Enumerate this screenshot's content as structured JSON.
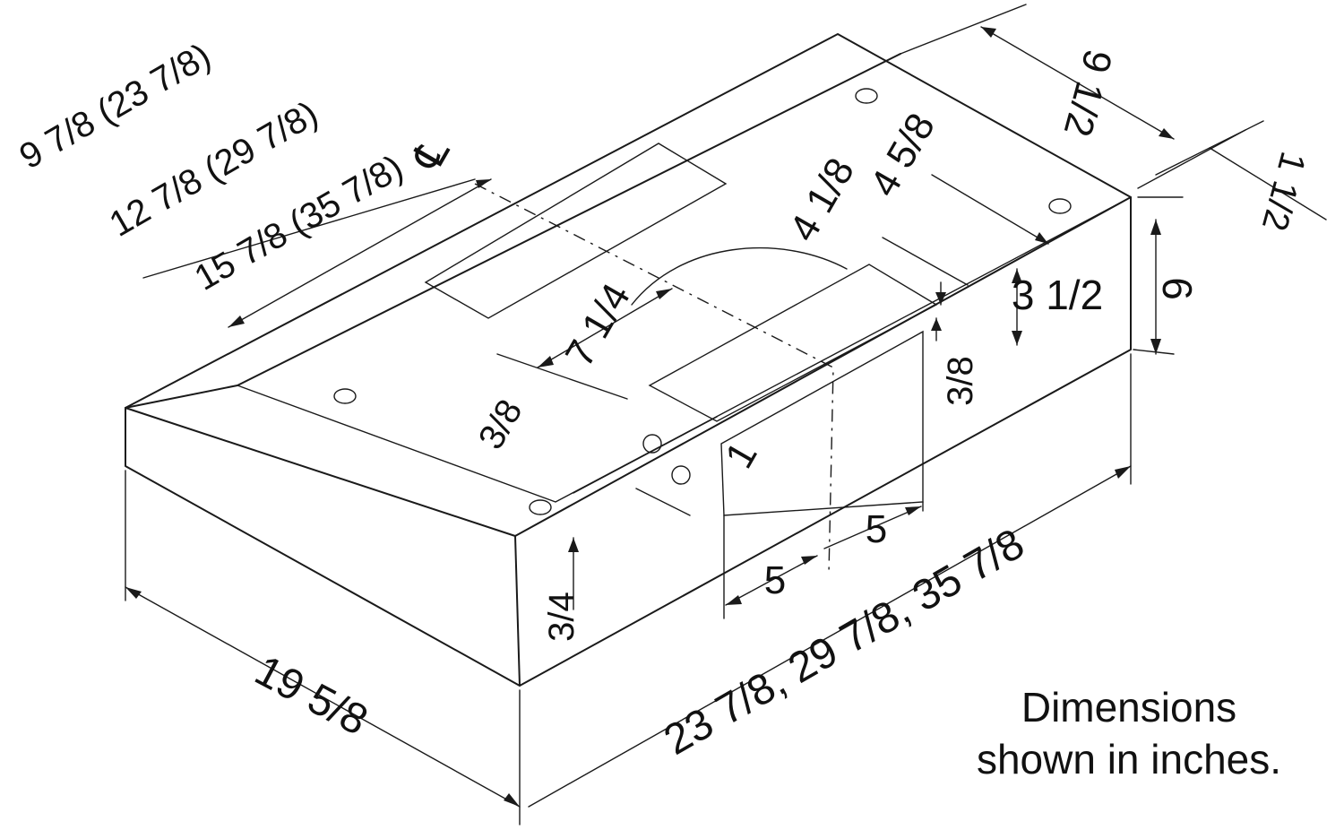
{
  "note": {
    "line1": "Dimensions",
    "line2": "shown in inches."
  },
  "dimensions": {
    "depth": "19 5/8",
    "widths": "23 7/8, 29 7/8, 35 7/8",
    "duct_top_depth": "9 1/2",
    "top_offset": "1 1/2",
    "height": "6",
    "duct_offset_a": "4 1/8",
    "duct_offset_b": "4 5/8",
    "duct_depth": "3 1/2",
    "duct_lip": "3/8",
    "knockout": "7 1/4",
    "centerline_small": "9 7/8 (23 7/8)",
    "centerline_medium": "12 7/8 (29 7/8)",
    "centerline_large": "15 7/8 (35 7/8)",
    "centerline_symbol": "℄",
    "hole_offset": "3/8",
    "hole_spacing": "1",
    "front_lip": "3/4",
    "wire_left": "5",
    "wire_right": "5"
  }
}
